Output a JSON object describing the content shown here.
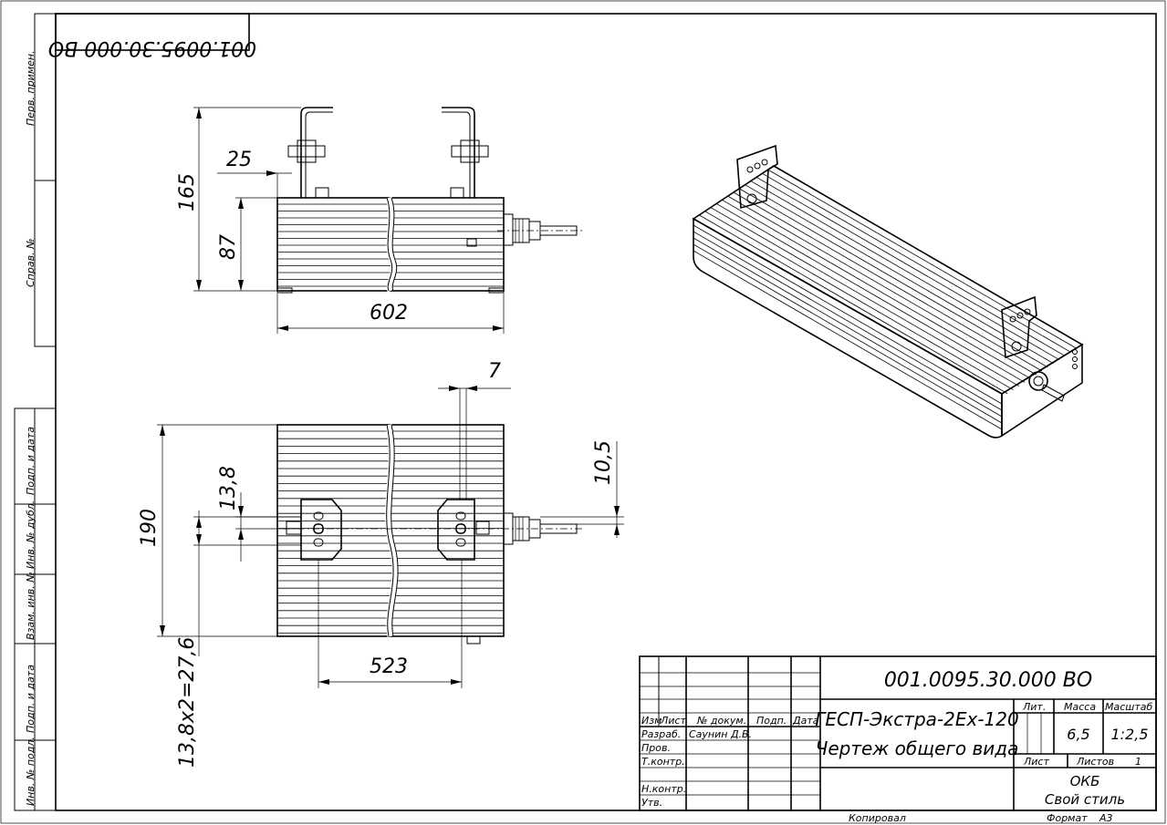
{
  "drawing": {
    "doc_code": "001.0095.30.000 ВО",
    "doc_code_mirrored": "001.0095.30.000 ВО",
    "product_name": "ГЕСП-Экстра-2Ex-120",
    "drawing_type": "Чертеж общего вида"
  },
  "left_margin_labels": {
    "perv_primen": "Перв. примен.",
    "sprav_no": "Справ. №",
    "podp_data_1": "Подп. и дата",
    "inv_dubl": "Инв. № дубл.",
    "vzam_inv": "Взам. инв. №",
    "podp_data_2": "Подп. и дата",
    "inv_podl": "Инв. № подл."
  },
  "dimensions": {
    "d25": "25",
    "d165": "165",
    "d87": "87",
    "d602": "602",
    "d7": "7",
    "d10_5": "10,5",
    "d13_8": "13,8",
    "d190": "190",
    "d523": "523",
    "d138x2": "13,8x2=27,6"
  },
  "title_block": {
    "headers": {
      "izm": "Изм",
      "list": "Лист",
      "dokum": "№ докум.",
      "podp": "Подп.",
      "data": "Дата"
    },
    "roles": {
      "razrab": "Разраб.",
      "prov": "Пров.",
      "tkontr": "Т.контр.",
      "nkontr": "Н.контр.",
      "utv": "Утв."
    },
    "razrab_name": "Саунин Д.В.",
    "lit_label": "Лит.",
    "massa_label": "Масса",
    "masshtab_label": "Масштаб",
    "massa_value": "6,5",
    "masshtab_value": "1:2,5",
    "list_label": "Лист",
    "listov_label": "Листов",
    "listov_value": "1",
    "org_1": "ОКБ",
    "org_2": "Свой стиль"
  },
  "footer": {
    "kopiroval": "Копировал",
    "format_label": "Формат",
    "format_value": "А3"
  }
}
